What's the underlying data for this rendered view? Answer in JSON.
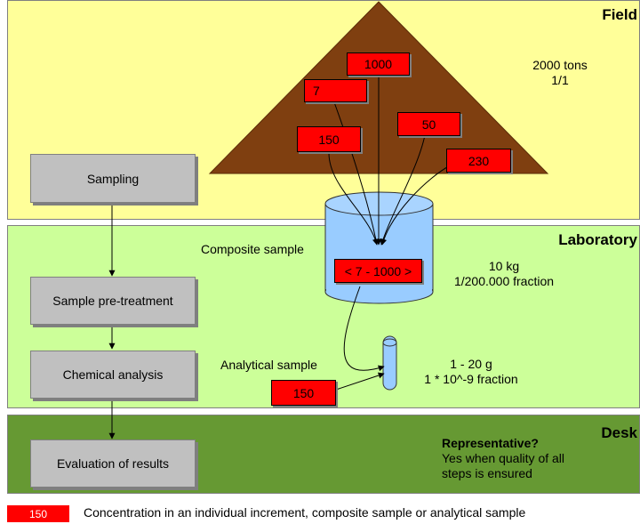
{
  "bands": {
    "field": "Field",
    "laboratory": "Laboratory",
    "desk": "Desk"
  },
  "steps": {
    "sampling": "Sampling",
    "pretreatment": "Sample pre-treatment",
    "analysis": "Chemical analysis",
    "evaluation": "Evaluation of results"
  },
  "field_info": {
    "mass": "2000 tons",
    "fraction": "1/1"
  },
  "increments": [
    "1000",
    "7",
    "150",
    "50",
    "230"
  ],
  "composite": {
    "label": "Composite sample",
    "range": "< 7 - 1000 >",
    "mass": "10 kg",
    "fraction": "1/200.000 fraction"
  },
  "analytical": {
    "label": "Analytical sample",
    "value": "150",
    "mass": "1 - 20 g",
    "fraction": "1 * 10^-9 fraction"
  },
  "desk_info": {
    "question": "Representative?",
    "answer": "Yes when quality of all steps is ensured"
  },
  "legend": {
    "swatch": "150",
    "text": "Concentration in an individual increment, composite sample or analytical sample"
  },
  "colors": {
    "field": "#ffff99",
    "laboratory": "#ccff99",
    "desk": "#669933",
    "heap": "#7f3f10",
    "cylinder": "#99ccff",
    "concentration": "#ff0000",
    "step_box": "#c0c0c0"
  }
}
